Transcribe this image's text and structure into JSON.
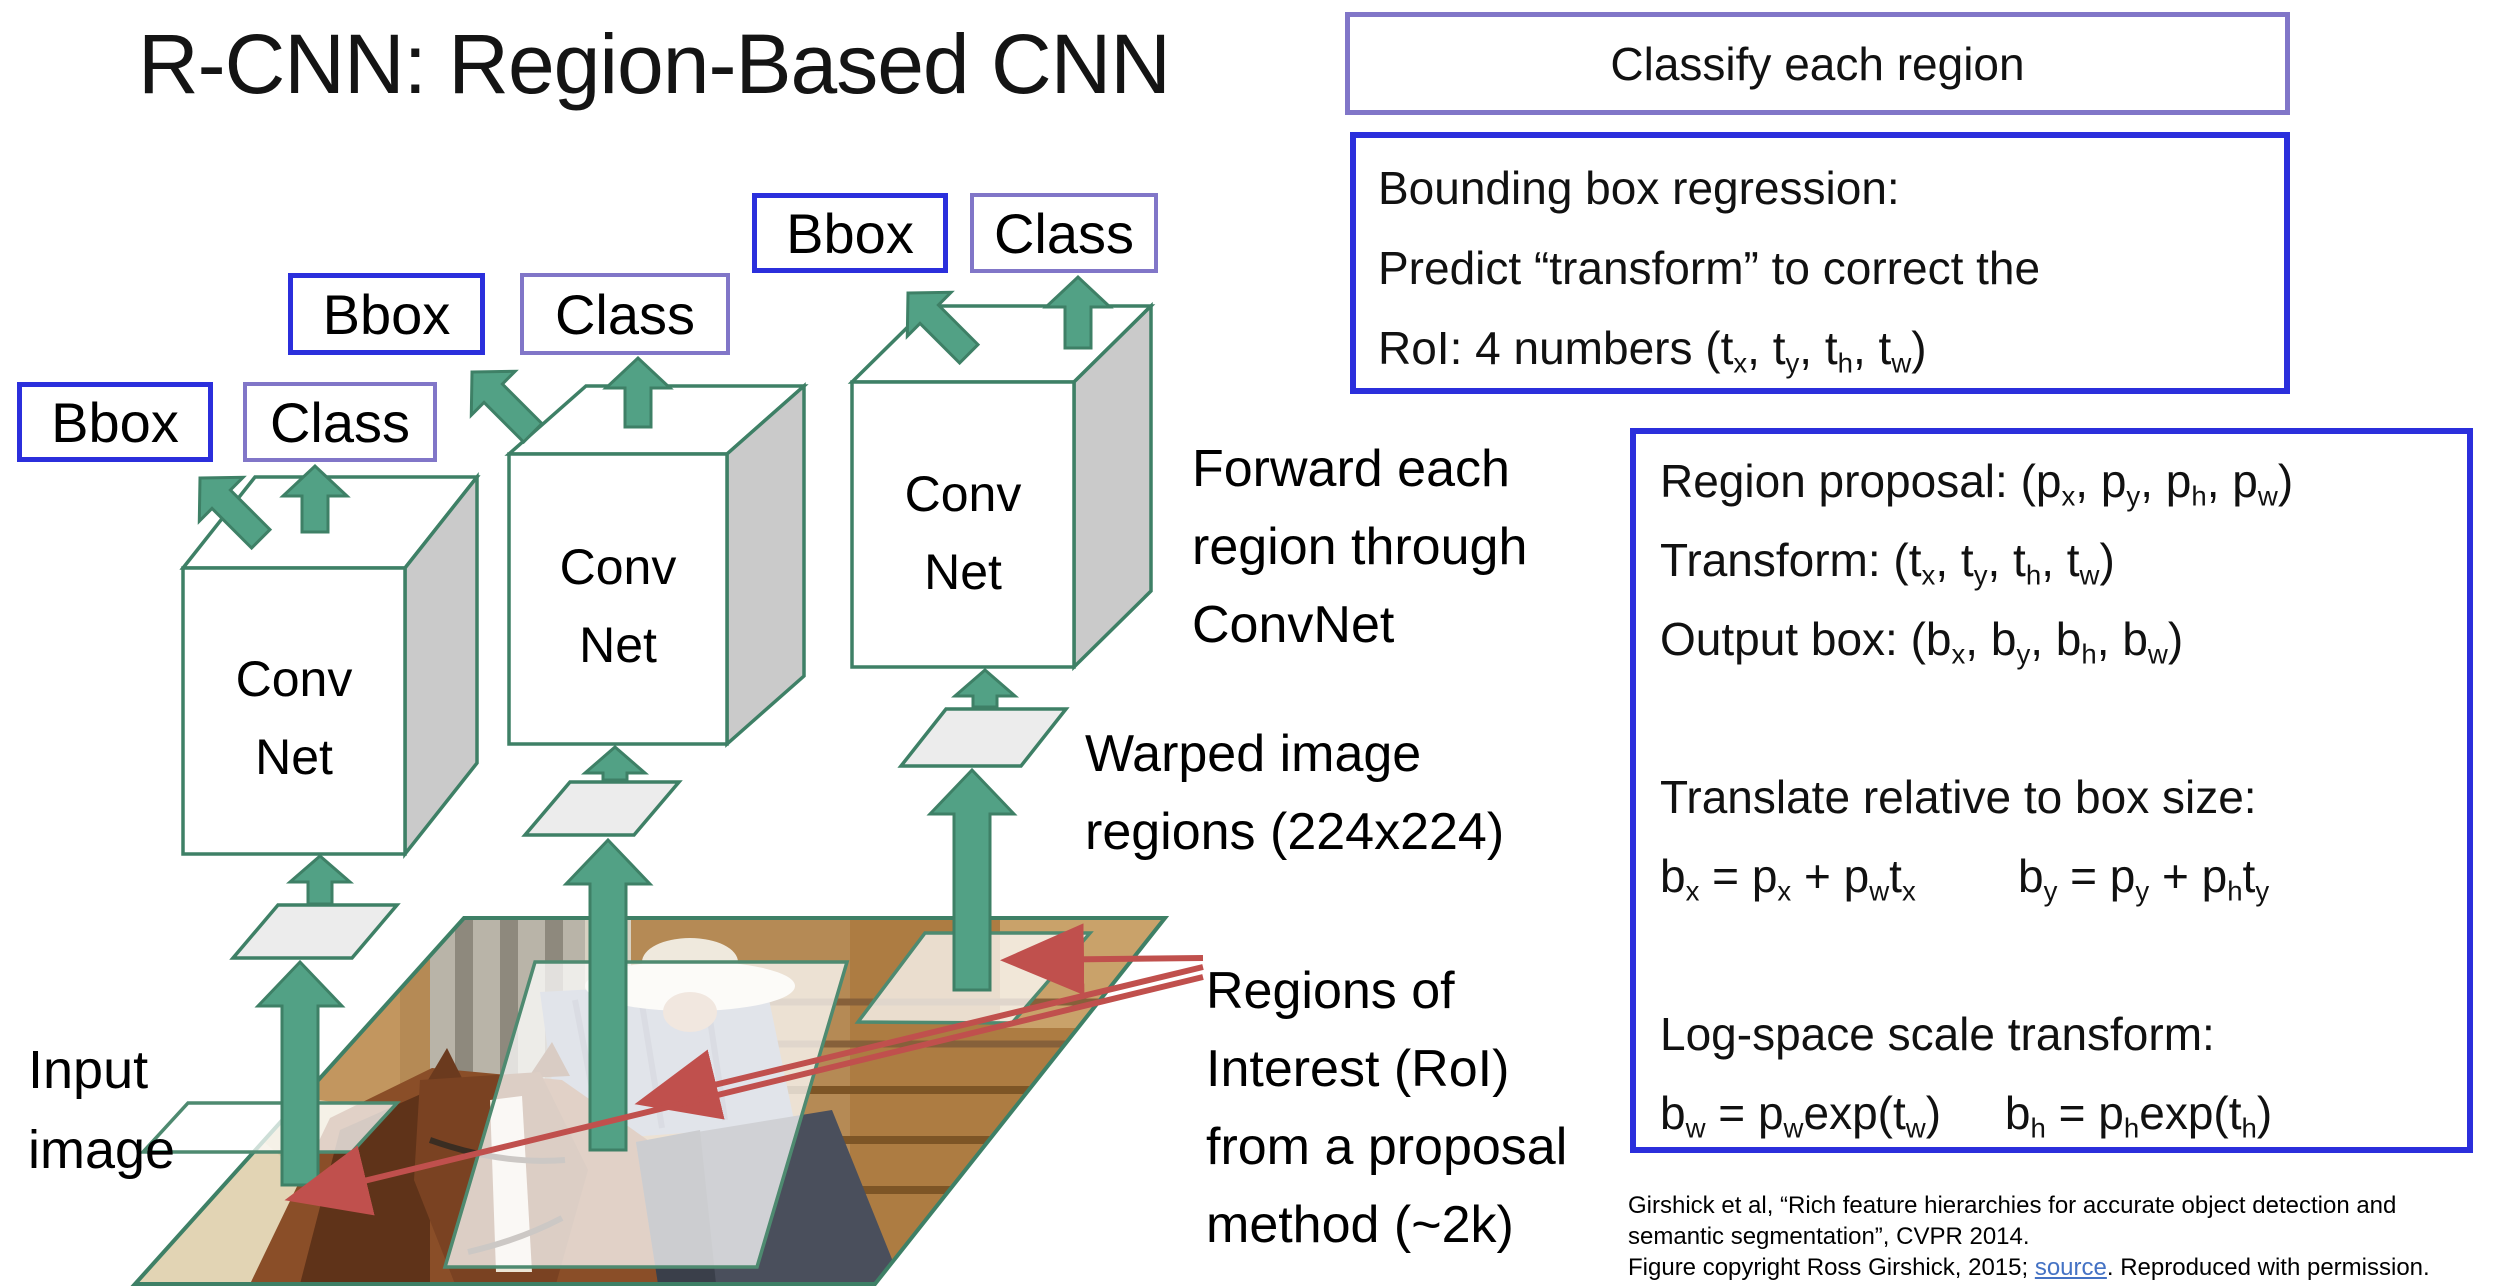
{
  "title": "R-CNN: Region-Based CNN",
  "classify_box": {
    "label": "Classify each region"
  },
  "regression_box": {
    "line1": "Bounding box regression:",
    "line2": "Predict “transform” to correct the",
    "line3": [
      {
        "t": "RoI: 4 numbers (t"
      },
      {
        "s": "x"
      },
      {
        "t": ", t"
      },
      {
        "s": "y"
      },
      {
        "t": ", t"
      },
      {
        "s": "h"
      },
      {
        "t": ", t"
      },
      {
        "s": "w"
      },
      {
        "t": ")"
      }
    ]
  },
  "formula_box": {
    "line_region": [
      {
        "t": "Region proposal: (p"
      },
      {
        "s": "x"
      },
      {
        "t": ", p"
      },
      {
        "s": "y"
      },
      {
        "t": ", p"
      },
      {
        "s": "h"
      },
      {
        "t": ", p"
      },
      {
        "s": "w"
      },
      {
        "t": ")"
      }
    ],
    "line_transform": [
      {
        "t": "Transform: (t"
      },
      {
        "s": "x"
      },
      {
        "t": ", t"
      },
      {
        "s": "y"
      },
      {
        "t": ", t"
      },
      {
        "s": "h"
      },
      {
        "t": ", t"
      },
      {
        "s": "w"
      },
      {
        "t": ")"
      }
    ],
    "line_output": [
      {
        "t": "Output box: (b"
      },
      {
        "s": "x"
      },
      {
        "t": ", b"
      },
      {
        "s": "y"
      },
      {
        "t": ", b"
      },
      {
        "s": "h"
      },
      {
        "t": ", b"
      },
      {
        "s": "w"
      },
      {
        "t": ")"
      }
    ],
    "line_translate_title": "Translate relative to box size:",
    "line_translate_eq": [
      {
        "t": "b"
      },
      {
        "s": "x"
      },
      {
        "t": " = p"
      },
      {
        "s": "x"
      },
      {
        "t": " + p"
      },
      {
        "s": "w"
      },
      {
        "t": "t"
      },
      {
        "s": "x"
      },
      {
        "t": "        b"
      },
      {
        "s": "y"
      },
      {
        "t": " = p"
      },
      {
        "s": "y"
      },
      {
        "t": " + p"
      },
      {
        "s": "h"
      },
      {
        "t": "t"
      },
      {
        "s": "y"
      }
    ],
    "line_log_title": "Log-space scale transform:",
    "line_log_eq": [
      {
        "t": "b"
      },
      {
        "s": "w"
      },
      {
        "t": " = p"
      },
      {
        "s": "w"
      },
      {
        "t": "exp(t"
      },
      {
        "s": "w"
      },
      {
        "t": ")     b"
      },
      {
        "s": "h"
      },
      {
        "t": " = p"
      },
      {
        "s": "h"
      },
      {
        "t": "exp(t"
      },
      {
        "s": "h"
      },
      {
        "t": ")"
      }
    ]
  },
  "diagram": {
    "bbox_label": "Bbox",
    "class_label": "Class",
    "convnet_label": "Conv\nNet",
    "input_image_label": "Input\nimage",
    "forward_label": "Forward each\nregion through\nConvNet",
    "warped_label": "Warped image\nregions (224x224)",
    "roi_label": "Regions of\nInterest (RoI)\nfrom a proposal\nmethod (~2k)"
  },
  "citation": {
    "line1": "Girshick et al, “Rich feature hierarchies for accurate object detection and",
    "line2": "semantic segmentation”, CVPR 2014.",
    "line3_prefix": "Figure copyright Ross Girshick, 2015; ",
    "link_label": "source",
    "line3_suffix": ". Reproduced with permission."
  },
  "colors": {
    "blue_border": "#2B2FDC",
    "purple_border": "#8176C8",
    "green_line": "#3E8066",
    "green_fill": "#52A185",
    "gray_face": "#CACACA",
    "warp_fill": "#ECECEC",
    "red_arrow": "#C0504D",
    "link_blue": "#4472C4"
  }
}
